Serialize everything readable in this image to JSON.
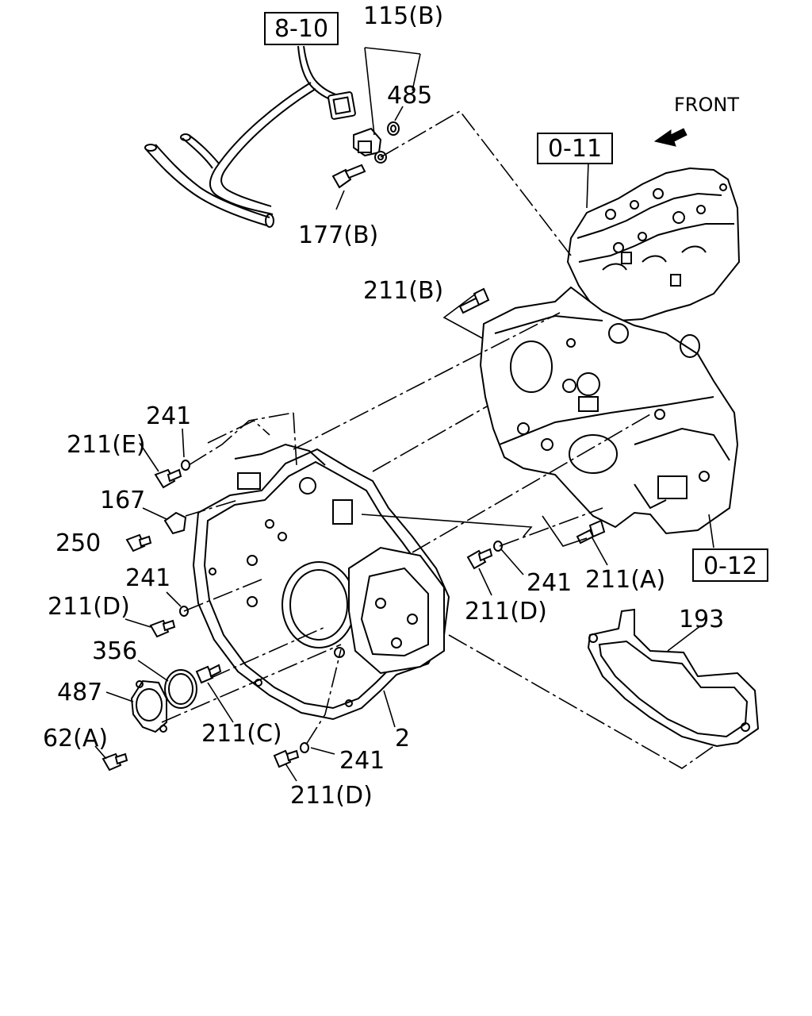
{
  "ref_boxes": {
    "harness": "8-10",
    "cylinder_head": "0-11",
    "cylinder_block": "0-12"
  },
  "front_label": "FRONT",
  "callouts": {
    "p115b": "115(B)",
    "p485": "485",
    "p177b": "177(B)",
    "p211b": "211(B)",
    "p241_top": "241",
    "p211e": "211(E)",
    "p167": "167",
    "p250": "250",
    "p241_left": "241",
    "p211d_left": "211(D)",
    "p356": "356",
    "p487": "487",
    "p62a": "62(A)",
    "p211c": "211(C)",
    "p2": "2",
    "p241_bottom": "241",
    "p211d_bottom": "211(D)",
    "p241_right": "241",
    "p211d_right": "211(D)",
    "p211a": "211(A)",
    "p193": "193"
  }
}
